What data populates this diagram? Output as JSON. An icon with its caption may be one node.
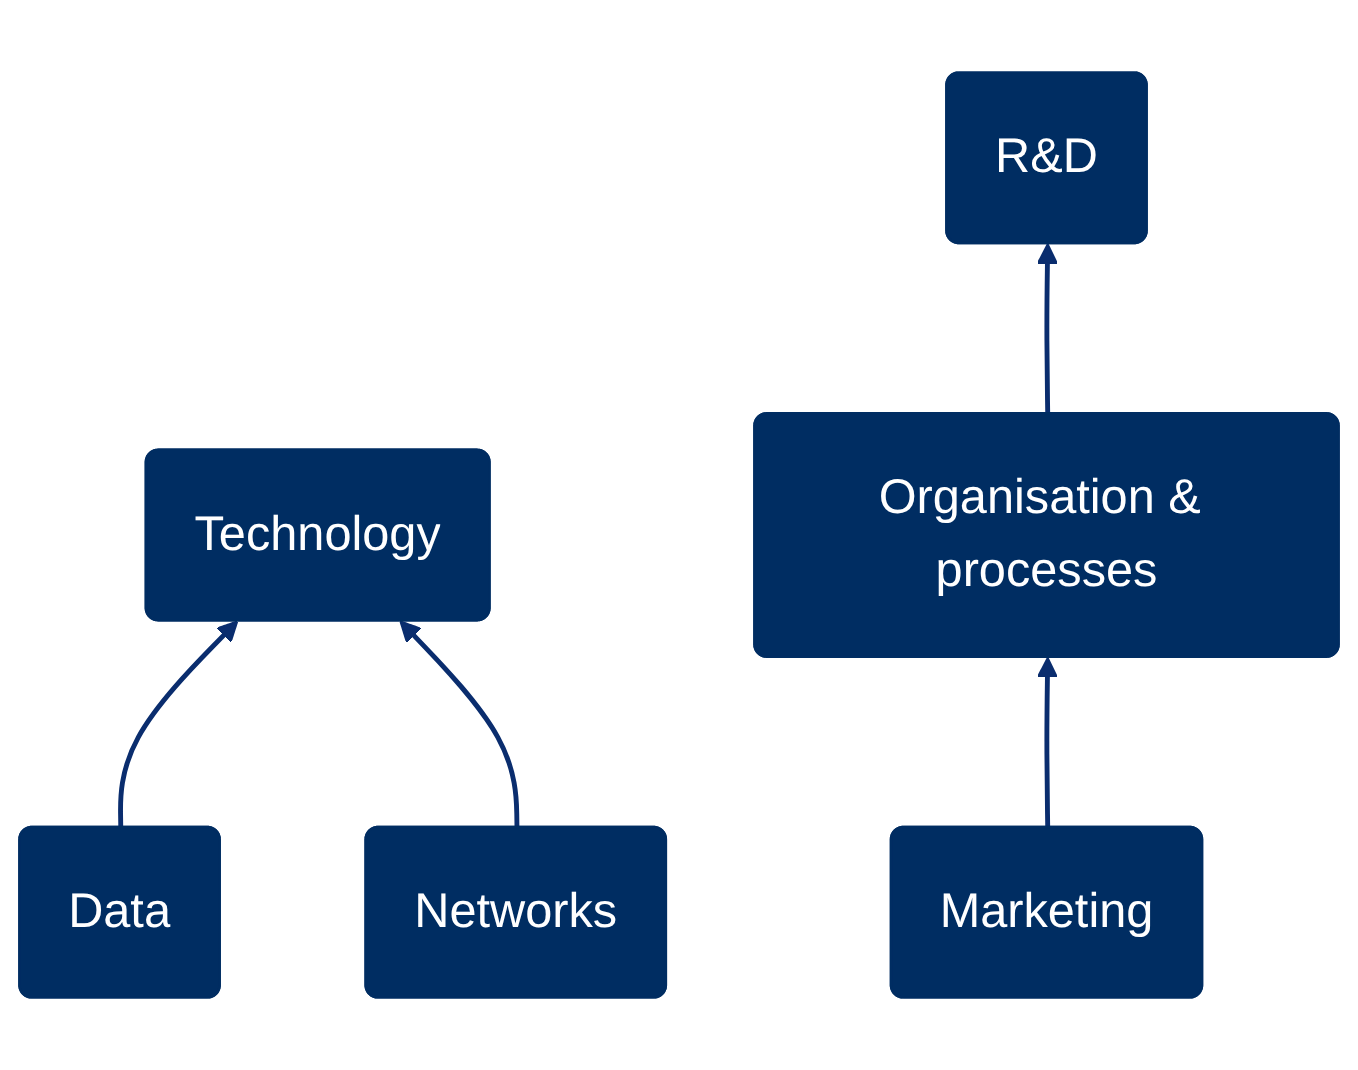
{
  "diagram": {
    "nodes": [
      {
        "text": [
          "Technology"
        ]
      },
      {
        "text": [
          "Data"
        ]
      },
      {
        "text": [
          "Marketing"
        ]
      },
      {
        "text": [
          "Networks"
        ]
      },
      {
        "text": [
          "R&D"
        ]
      },
      {
        "text": [
          "Organisation & processes"
        ]
      }
    ],
    "edges": [
      {
        "from": 1,
        "to": 0,
        "arrow": "to"
      },
      {
        "from": 3,
        "to": 0,
        "arrow": "to"
      },
      {
        "from": 2,
        "to": 5,
        "arrow": "to"
      },
      {
        "from": 5,
        "to": 4,
        "arrow": "to"
      }
    ]
  }
}
